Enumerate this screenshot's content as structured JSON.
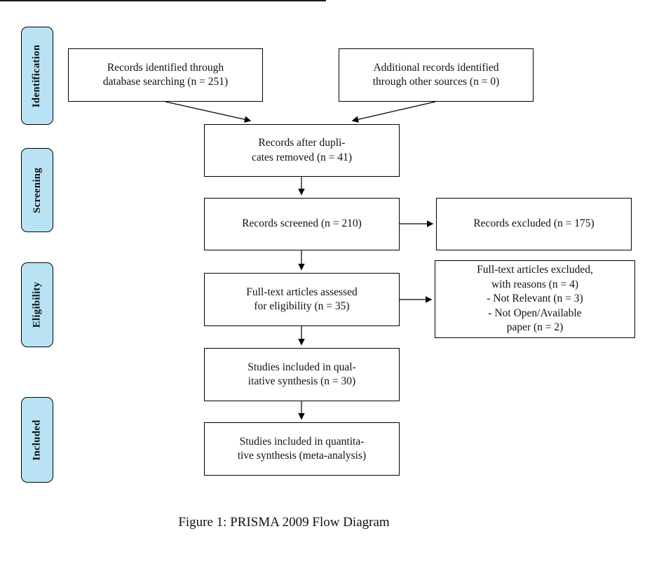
{
  "figure": {
    "caption": "Figure 1: PRISMA 2009 Flow Diagram"
  },
  "colors": {
    "stage_fill": "#b9e3f5",
    "border_color": "#000000"
  },
  "stages": [
    {
      "label": "Identification"
    },
    {
      "label": "Screening"
    },
    {
      "label": "Eligibility"
    },
    {
      "label": "Included"
    }
  ],
  "boxes": [
    {
      "id": "records-identified",
      "text": "Records identified through\ndatabase searching (n = 251)"
    },
    {
      "id": "additional-records",
      "text": "Additional records identified\nthrough other sources (n = 0)"
    },
    {
      "id": "after-duplicates",
      "text": "Records after dupli-\ncates removed (n = 41)"
    },
    {
      "id": "records-screened",
      "text": "Records screened (n = 210)"
    },
    {
      "id": "records-excluded",
      "text": "Records excluded (n = 175)"
    },
    {
      "id": "fulltext-assessed",
      "text": "Full-text articles assessed\nfor eligibility (n = 35)"
    },
    {
      "id": "fulltext-excluded",
      "text": "Full-text articles excluded,\nwith reasons (n = 4)\n- Not Relevant (n = 3)\n- Not Open/Available\npaper (n = 2)"
    },
    {
      "id": "qualitative",
      "text": "Studies included in qual-\nitative synthesis (n = 30)"
    },
    {
      "id": "quantitative",
      "text": "Studies included in quantita-\ntive synthesis (meta-analysis)"
    }
  ]
}
